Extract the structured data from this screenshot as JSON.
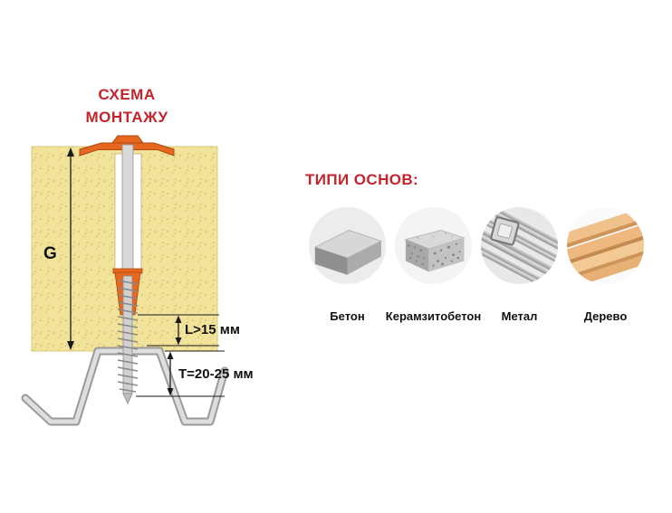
{
  "diagram": {
    "title_line1": "СХЕМА",
    "title_line2": "МОНТАЖУ",
    "dim_g": "G",
    "dim_l": "L>15 мм",
    "dim_t": "T=20-25 мм"
  },
  "bases": {
    "heading": "ТИПИ ОСНОВ:",
    "items": [
      {
        "id": "concrete",
        "label": "Бетон"
      },
      {
        "id": "claydite",
        "label": "Керамзитобетон"
      },
      {
        "id": "metal",
        "label": "Метал"
      },
      {
        "id": "wood",
        "label": "Дерево"
      }
    ]
  },
  "colors": {
    "accent_red": "#c4252c",
    "insulation_yellow": "#f2e39b",
    "fastener_orange": "#e8671e",
    "metal_gray": "#c9c9c9"
  }
}
